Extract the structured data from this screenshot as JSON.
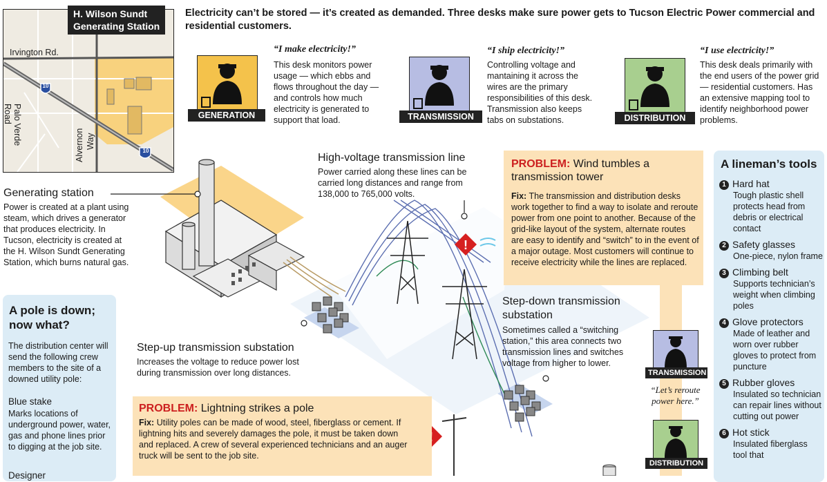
{
  "intro": "Electricity can’t be stored — it’s created as  demanded. Three desks make sure power gets to Tucson Electric Power commercial and residential customers.",
  "map": {
    "title_line1": "H. Wilson Sundt",
    "title_line2": "Generating Station",
    "road_irvington": "Irvington Rd.",
    "road_palo_verde": "Palo Verde Road",
    "road_alvernon_1": "Alvernon",
    "road_alvernon_2": "Way",
    "hwy_label": "10",
    "hwy_label_2": "10"
  },
  "desks": [
    {
      "badge": "GENERATION",
      "quote": "“I make electricity!”",
      "text": "This desk monitors power usage — which ebbs and flows throughout the day — and controls how much electricity is generated to support that load.",
      "color": "#f4c24b"
    },
    {
      "badge": "TRANSMISSION",
      "quote": "“I ship electricity!”",
      "text": "Controlling voltage and mantaining it across the wires are the primary responsibilities of this desk. Transmission also keeps tabs on substations.",
      "color": "#b7bde3"
    },
    {
      "badge": "DISTRIBUTION",
      "quote": "“I use electricity!”",
      "text": "This desk deals primarily with the end users of the power grid — residential customers. Has an extensive mapping tool to identify neighborhood power problems.",
      "color": "#a8cf8f"
    }
  ],
  "generating_station": {
    "heading": "Generating station",
    "text": "Power is created at a plant using steam, which drives a generator that produces electricity. In Tucson, electricity is created at the H. Wilson Sundt Generating Station, which burns natural gas."
  },
  "high_voltage": {
    "heading": "High-voltage transmission line",
    "text": "Power carried along these lines can be carried long distances and range from 138,000 to 765,000 volts."
  },
  "step_up": {
    "heading": "Step-up transmission substation",
    "text": "Increases the voltage to reduce power lost during transmission over long distances."
  },
  "step_down": {
    "heading_1": "Step-down transmission",
    "heading_2": "substation",
    "text": "Sometimes called a “switching station,” this area connects two transmission lines and switches voltage from higher to lower."
  },
  "problem_wind": {
    "label": "PROBLEM:",
    "title": " Wind tumbles a transmission tower",
    "fix_label": "Fix:",
    "fix_text": " The transmission and distribution desks work together to find a way to isolate and reroute power from one point to another. Because of the grid-like layout of the system, alternate routes are easy to identify and “switch” to in the event of a major outage. Most customers will continue to receive electricity while the lines are replaced."
  },
  "problem_lightning": {
    "label": "PROBLEM:",
    "title": " Lightning strikes a pole",
    "fix_label": "Fix:",
    "fix_text": " Utility poles can be made of wood, steel, fiberglass or cement. If lightning hits and severely damages the pole, it must be taken down and replaced. A crew of several experienced technicians and an auger truck will be sent to the job site."
  },
  "pole_down": {
    "heading": "A pole is down; now what?",
    "intro": "The distribution center will send the following crew members to the site of a downed utility pole:",
    "item_title": "Blue stake",
    "item_text": "Marks locations of underground power, water, gas and phone lines prior to digging at the job site.",
    "next_title": "Designer"
  },
  "reroute": {
    "badge_top": "TRANSMISSION",
    "quote": "“Let’s reroute power here.”",
    "badge_bottom": "DISTRIBUTION"
  },
  "tools": {
    "title": "A lineman’s tools",
    "items": [
      {
        "num": "1",
        "name": "Hard hat",
        "desc": "Tough plastic shell protects head from debris or electrical contact"
      },
      {
        "num": "2",
        "name": "Safety glasses",
        "desc": "One-piece, nylon frame"
      },
      {
        "num": "3",
        "name": "Climbing belt",
        "desc": "Supports technician’s weight when climbing poles"
      },
      {
        "num": "4",
        "name": "Glove protectors",
        "desc": "Made of leather and worn over rubber gloves to protect from puncture"
      },
      {
        "num": "5",
        "name": "Rubber gloves",
        "desc": "Insulated so technician can repair lines without cutting out power"
      },
      {
        "num": "6",
        "name": "Hot stick",
        "desc": "Insulated fiberglass tool that"
      }
    ]
  }
}
